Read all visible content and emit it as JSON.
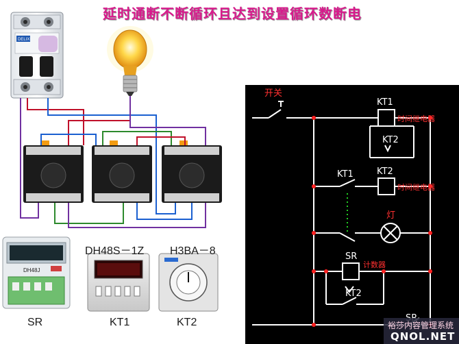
{
  "title": "延时通断不断循环且达到设置循环数断电",
  "devices": {
    "sr_label": "SR",
    "kt1_label": "KT1",
    "kt2_label": "KT2",
    "kt1_model": "DH48S－1Z",
    "kt2_model": "H3BA－8",
    "sr_face": "DH48J",
    "breaker_brand": "DELIXI"
  },
  "schematic": {
    "switch_label": "开关",
    "kt1_coil": "KT1",
    "kt1_coil_desc": "时间继电器",
    "kt2_contact_top": "KT2",
    "kt1_contact": "KT1",
    "kt2_coil": "KT2",
    "kt2_coil_desc": "时间继电器",
    "lamp_label": "灯",
    "sr_coil": "SR",
    "counter_desc": "计数器",
    "kt2_contact_bottom": "KT2",
    "sr_contact": "SR"
  },
  "watermark": {
    "line1": "裕莎内容管理系统",
    "line2": "QNOL.NET"
  },
  "colors": {
    "title": "#d81a8c",
    "schematic_bg": "#000000",
    "schematic_line": "#ffffff",
    "schematic_node": "#ff2020",
    "schematic_text": "#ffffff",
    "schematic_desc": "#ff3030",
    "dotted_link": "#22cc22"
  }
}
